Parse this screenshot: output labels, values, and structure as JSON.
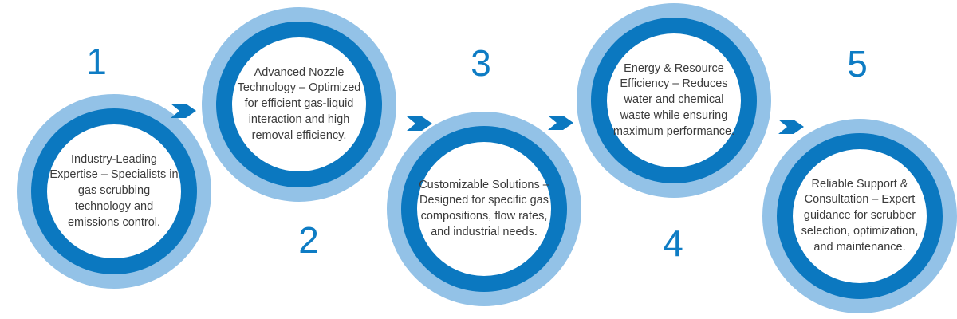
{
  "diagram": {
    "type": "process-steps",
    "colors": {
      "ring_light_blue": "#93C2E7",
      "ring_dark_blue": "#0B78C0",
      "number_blue": "#0E7CC4",
      "body_text": "#3B3B3B",
      "background": "#FFFFFF"
    },
    "arrow_icon": "chevron-right-arrow",
    "steps": [
      {
        "number": "1",
        "text": "Industry-Leading Expertise – Specialists in gas scrubbing technology and emissions control."
      },
      {
        "number": "2",
        "text": "Advanced Nozzle Technology – Optimized for efficient gas-liquid interaction and high removal efficiency."
      },
      {
        "number": "3",
        "text": "Customizable Solutions – Designed for specific gas compositions, flow rates, and industrial needs."
      },
      {
        "number": "4",
        "text": "Energy & Resource Efficiency – Reduces water and chemical waste while ensuring maximum performance."
      },
      {
        "number": "5",
        "text": "Reliable Support & Consultation – Expert guidance for scrubber selection, optimization, and maintenance."
      }
    ]
  }
}
